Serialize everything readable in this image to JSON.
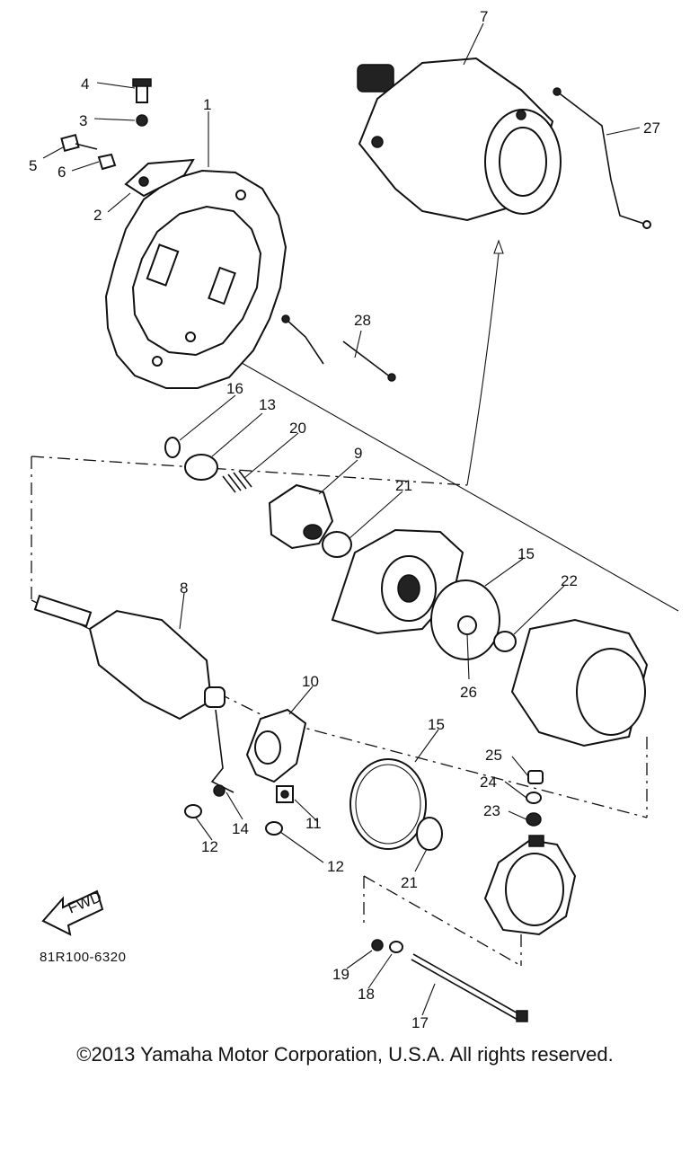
{
  "diagram_code": "81R100-6320",
  "fwd_label": "FWD",
  "copyright": "©2013 Yamaha Motor Corporation, U.S.A. All rights reserved.",
  "callouts": {
    "c1": "1",
    "c2": "2",
    "c3": "3",
    "c4": "4",
    "c5": "5",
    "c6": "6",
    "c7": "7",
    "c8": "8",
    "c9": "9",
    "c10": "10",
    "c11": "11",
    "c12a": "12",
    "c12b": "12",
    "c13": "13",
    "c14": "14",
    "c15a": "15",
    "c15b": "15",
    "c16": "16",
    "c17": "17",
    "c18": "18",
    "c19": "19",
    "c20": "20",
    "c21a": "21",
    "c21b": "21",
    "c22": "22",
    "c23": "23",
    "c24": "24",
    "c25": "25",
    "c26": "26",
    "c27": "27",
    "c28": "28"
  }
}
